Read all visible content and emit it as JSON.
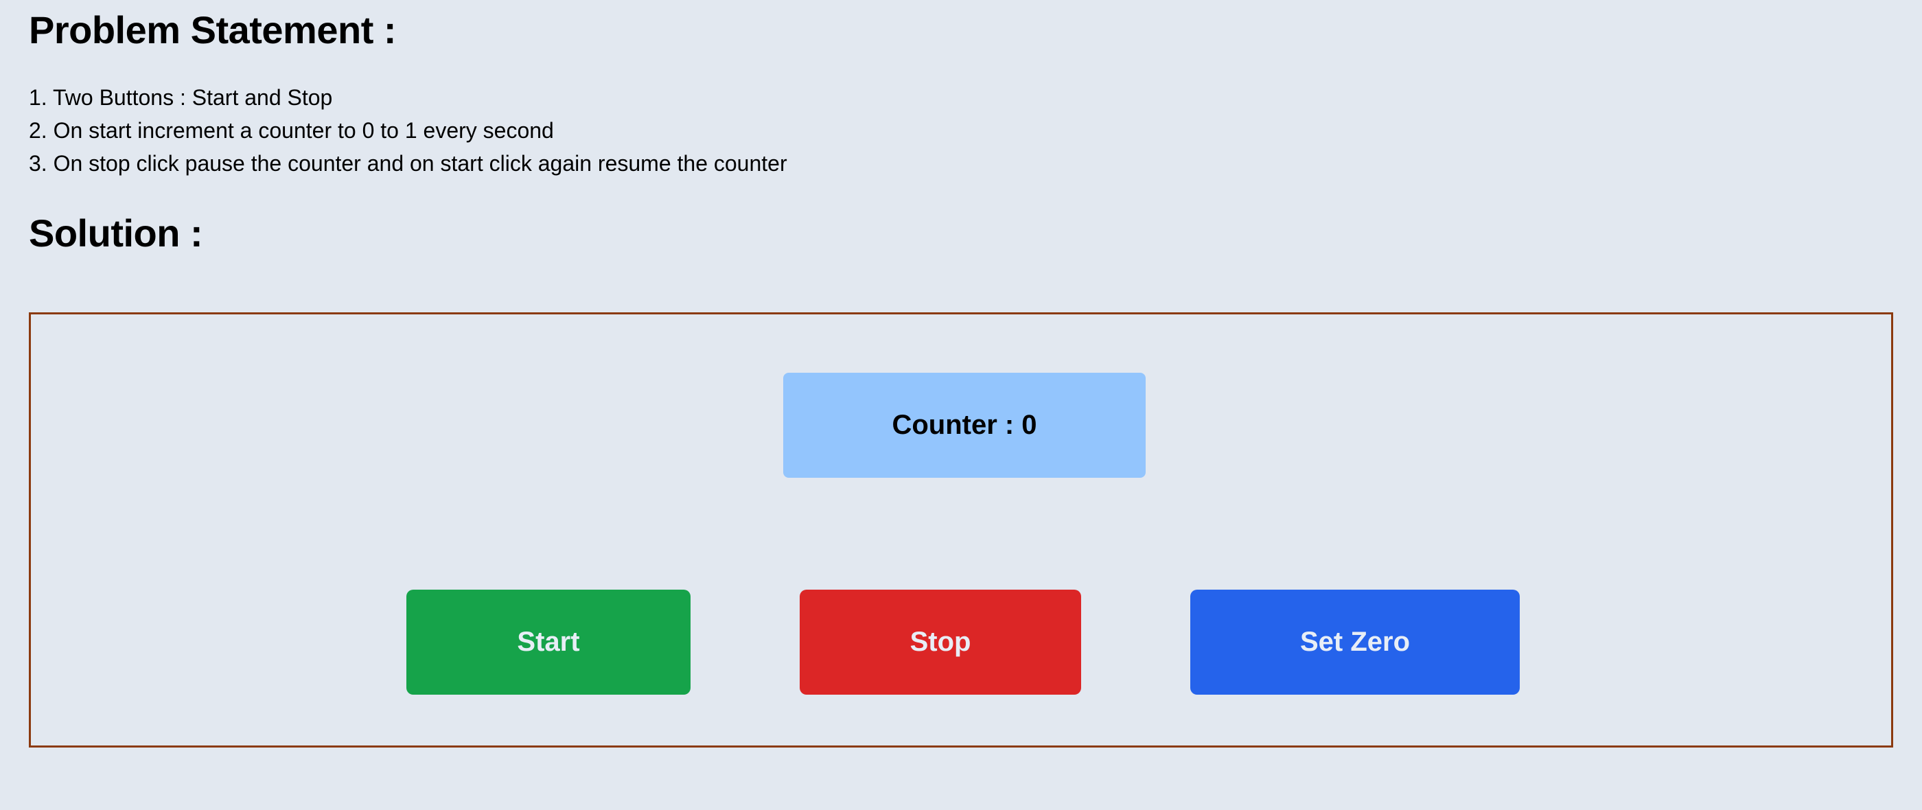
{
  "problem": {
    "title": "Problem Statement :",
    "steps": [
      "1. Two Buttons : Start and Stop",
      "2. On start increment a counter to 0 to 1 every second",
      "3. On stop click pause the counter and on start click again resume the counter"
    ]
  },
  "solution": {
    "title": "Solution :",
    "counter_label": "Counter : 0",
    "buttons": {
      "start": "Start",
      "stop": "Stop",
      "set_zero": "Set Zero"
    }
  },
  "colors": {
    "background": "#e2e8f0",
    "box_border": "#8b3a0f",
    "counter_bg": "#93c5fd",
    "start_bg": "#16a34a",
    "stop_bg": "#dc2626",
    "set_zero_bg": "#2563eb"
  }
}
